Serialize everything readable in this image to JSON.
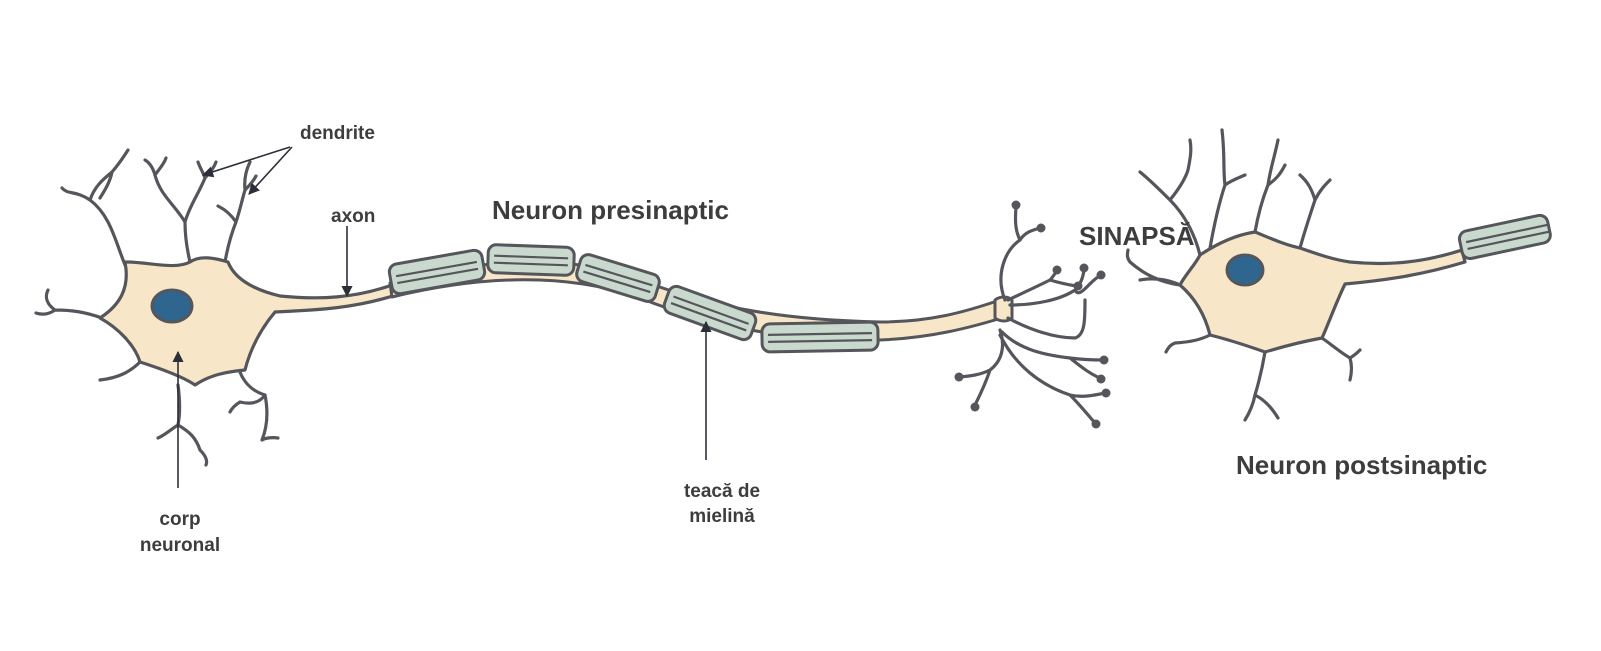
{
  "labels": {
    "dendrites": "dendrite",
    "axon": "axon",
    "presynaptic_neuron": "Neuron presinaptic",
    "synapse": "SINAPSĂ",
    "postsynaptic_neuron": "Neuron postsinaptic",
    "cell_body_line1": "corp",
    "cell_body_line2": "neuronal",
    "myelin_sheath_line1": "teacă de",
    "myelin_sheath_line2": "mielină"
  },
  "colors": {
    "cell_body": "#f8e6c8",
    "myelin": "#c9d9cd",
    "nucleus": "#2e6690",
    "outline": "#55565b",
    "text": "#3d3d3d"
  }
}
